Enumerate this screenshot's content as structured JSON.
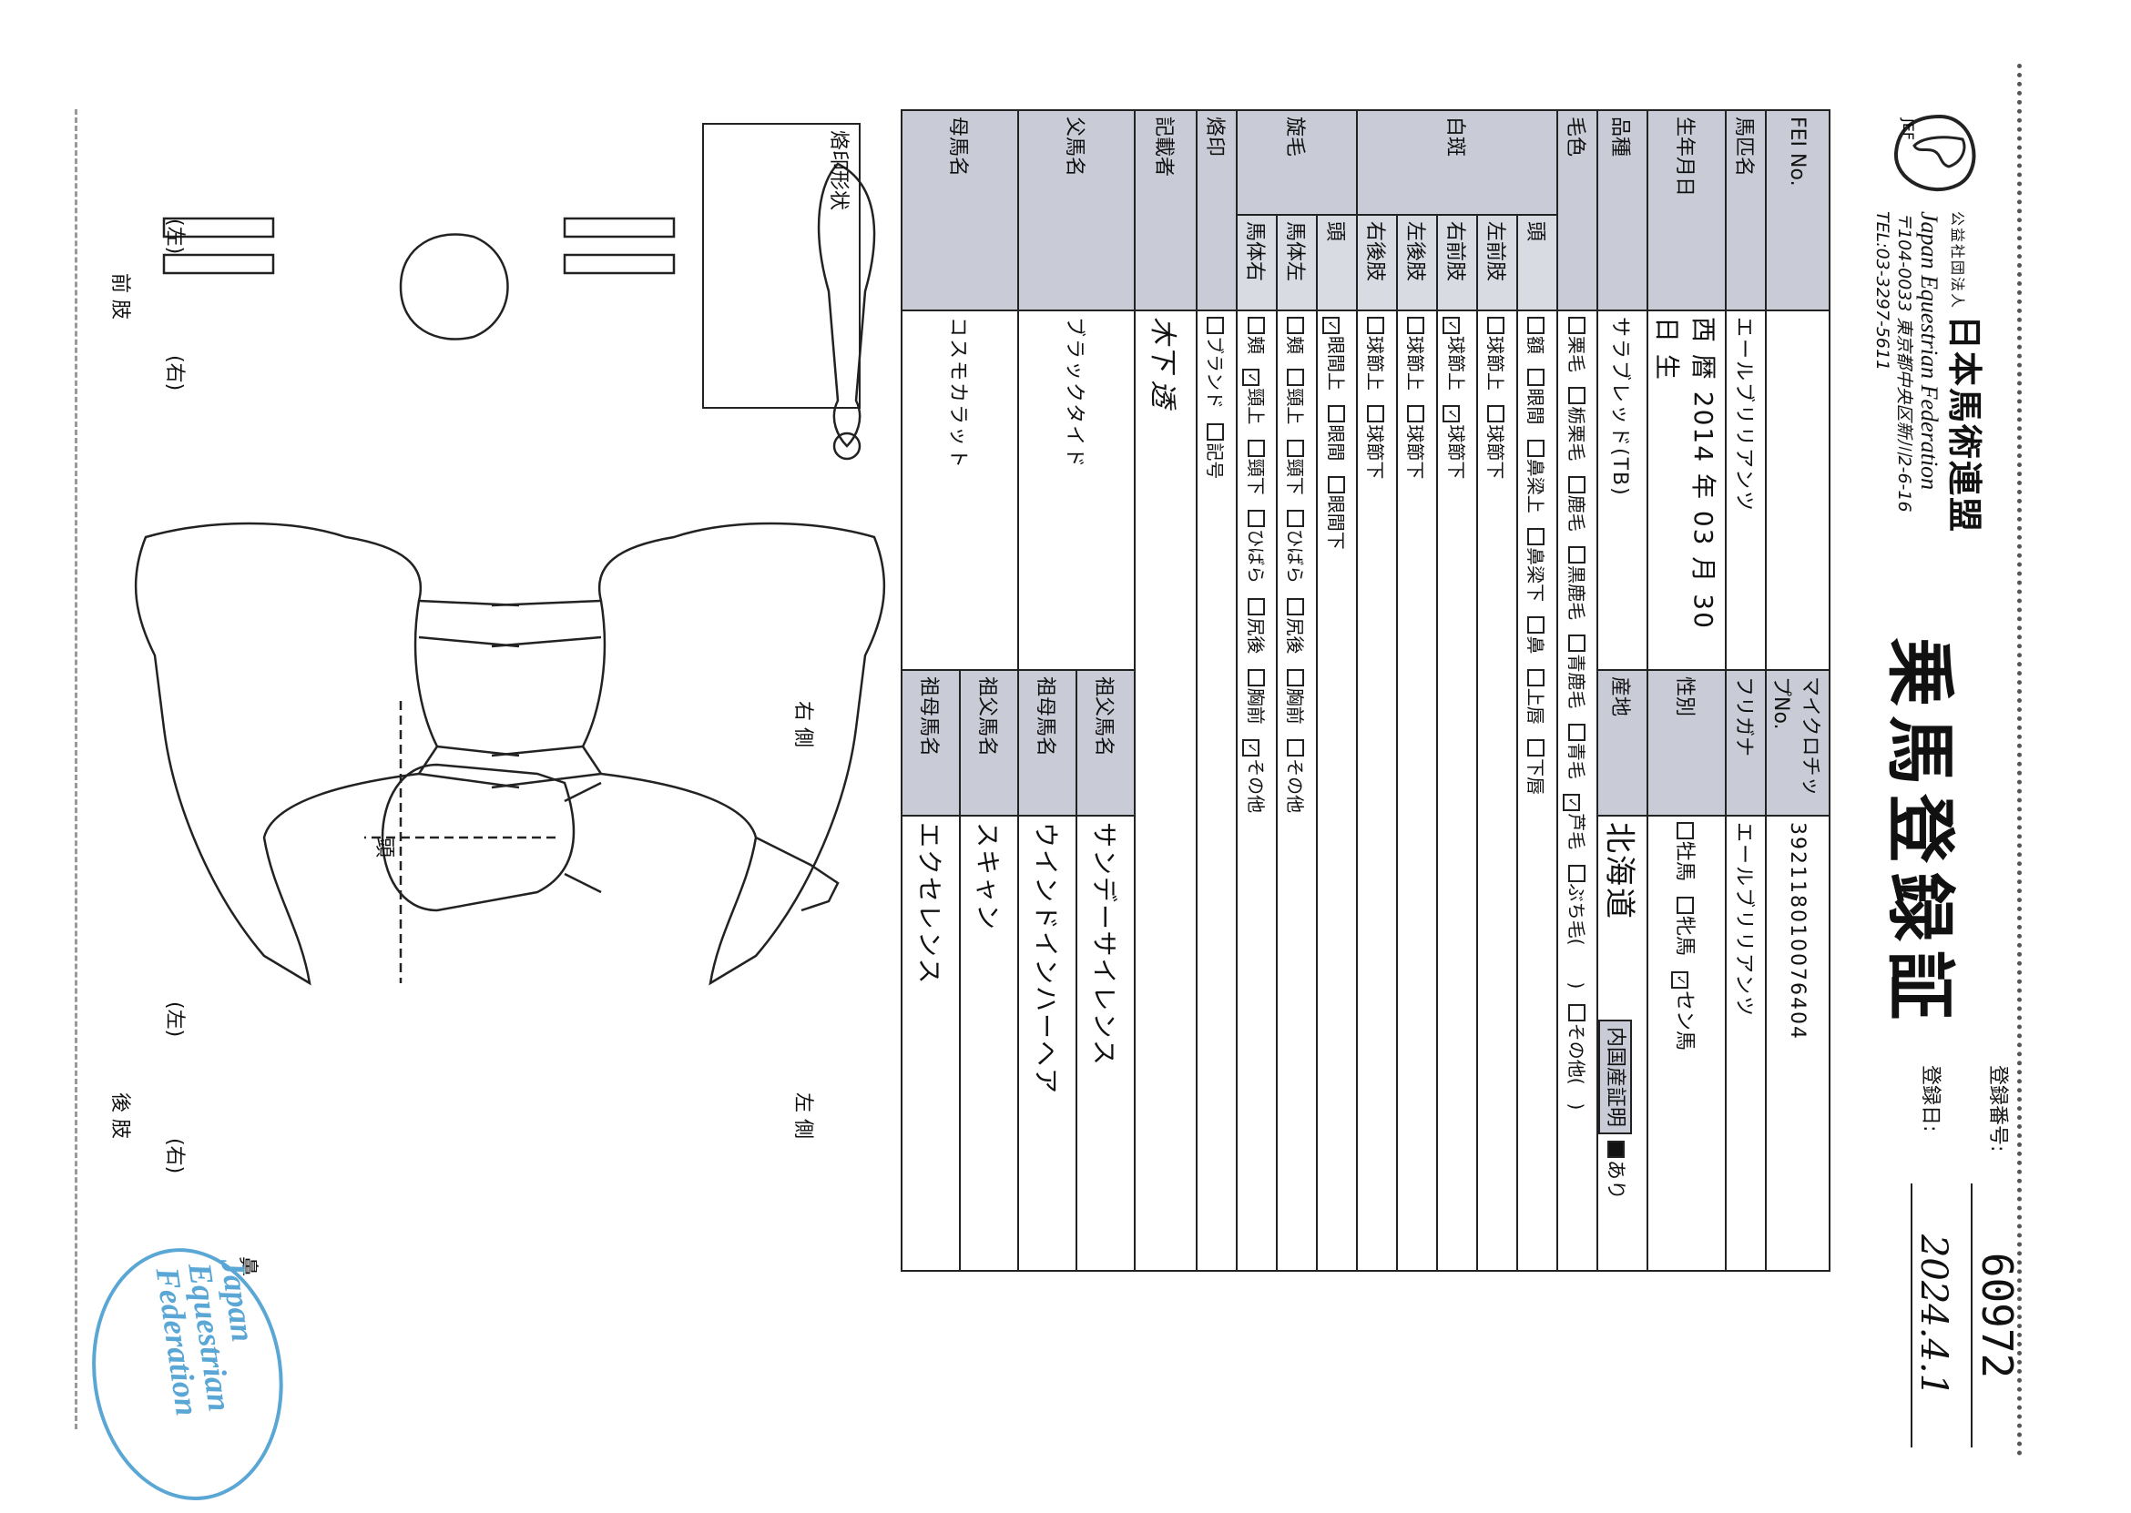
{
  "header": {
    "org_prefix": "公益社団法人",
    "org_jp": "日本馬術連盟",
    "org_en": "Japan Equestrian Federation",
    "address": "〒104-0033 東京都中央区新川2-6-16",
    "tel": "TEL:03-3297-5611",
    "logo_text": "JEF",
    "title": "乗馬登録証"
  },
  "registration": {
    "number_label": "登録番号:",
    "number_value": "60972",
    "date_label": "登録日:",
    "date_value": "2024.4.1"
  },
  "form": {
    "fei_label": "FEI No.",
    "fei_value": "",
    "microchip_label": "マイクロチップNo.",
    "microchip_value": "392118010076404",
    "name_label": "馬匹名",
    "name_value": "エールブリリアンツ",
    "furigana_label": "フリガナ",
    "furigana_value": "エールブリリアンツ",
    "dob_label": "生年月日",
    "dob_value": "西 暦 2014 年 03 月 30 日 生",
    "sex_label": "性別",
    "sex_options": [
      "牡馬",
      "牝馬",
      "セン馬"
    ],
    "breed_label": "品種",
    "breed_value": "サラブレッド(TB)",
    "origin_label": "産地",
    "origin_value": "北海道",
    "domestic_label": "内国産証明",
    "domestic_value": "あり",
    "coat_label": "毛色",
    "coat_row1": [
      "栗毛",
      "栃栗毛",
      "鹿毛",
      "黒鹿毛",
      "青鹿毛",
      "青毛",
      "芦毛",
      "ぶち毛(",
      ")",
      "その他(",
      ")"
    ],
    "white_label": "白斑",
    "white_rows": [
      {
        "part": "頭",
        "items": [
          "額",
          "眼間",
          "鼻梁上",
          "鼻梁下",
          "鼻",
          "上唇",
          "下唇"
        ]
      },
      {
        "part": "左前肢",
        "items": [
          "球節上",
          "球節下"
        ]
      },
      {
        "part": "右前肢",
        "items": [
          "球節上",
          "球節下"
        ]
      },
      {
        "part": "左後肢",
        "items": [
          "球節上",
          "球節下"
        ]
      },
      {
        "part": "右後肢",
        "items": [
          "球節上",
          "球節下"
        ]
      }
    ],
    "whorl_label": "旋毛",
    "whorl_rows": [
      {
        "part": "頭",
        "items": [
          "眼間上",
          "眼間",
          "眼間下"
        ]
      },
      {
        "part": "馬体左",
        "items": [
          "頬",
          "頸上",
          "頸下",
          "ひばら",
          "尻後",
          "胸前",
          "その他"
        ]
      },
      {
        "part": "馬体右",
        "items": [
          "頬",
          "頸上",
          "頸下",
          "ひばら",
          "尻後",
          "胸前",
          "その他"
        ]
      }
    ],
    "brand_label": "烙印",
    "brand_items": [
      "ブランド",
      "記号"
    ],
    "recorder_label": "記載者",
    "recorder_value": "木下 透",
    "sire_label": "父馬名",
    "sire_value": "ブラックタイド",
    "sire_sire_label": "祖父馬名",
    "sire_sire_value": "サンデーサイレンス",
    "sire_dam_label": "祖母馬名",
    "sire_dam_value": "ウインドインハーヘア",
    "dam_label": "母馬名",
    "dam_value": "コスモカラット",
    "dam_sire_label": "祖父馬名",
    "dam_sire_value": "スキャン",
    "dam_dam_label": "祖母馬名",
    "dam_dam_value": "エクセレンス"
  },
  "drawing": {
    "brand_shape_label": "烙印形状",
    "right_side": "右 側",
    "left_side": "左 側",
    "head": "頭",
    "nose": "鼻",
    "forelimbs": "前 肢",
    "hindlimbs": "後 肢",
    "limb_left": "(左)",
    "limb_right": "(右)"
  },
  "stamp": {
    "line1": "Japan",
    "line2": "Equestrian",
    "line3": "Federation"
  }
}
